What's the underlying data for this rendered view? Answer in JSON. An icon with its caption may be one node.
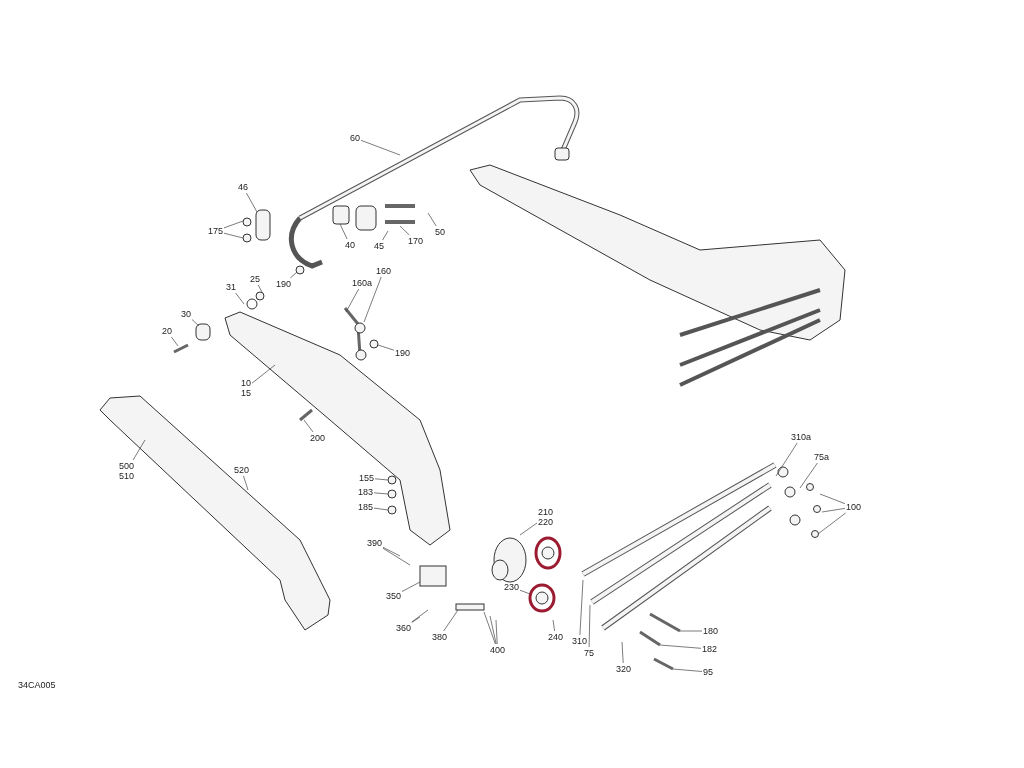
{
  "diagram": {
    "nodes": [
      {
        "text": [
          "60"
        ]
      },
      {
        "text": [
          "46"
        ]
      },
      {
        "text": [
          "175"
        ]
      },
      {
        "text": [
          "40"
        ]
      },
      {
        "text": [
          "45"
        ]
      },
      {
        "text": [
          "50"
        ]
      },
      {
        "text": [
          "170"
        ]
      },
      {
        "text": [
          "190"
        ]
      },
      {
        "text": [
          "31"
        ]
      },
      {
        "text": [
          "25"
        ]
      },
      {
        "text": [
          "160"
        ]
      },
      {
        "text": [
          "160a"
        ]
      },
      {
        "text": [
          "30"
        ]
      },
      {
        "text": [
          "20"
        ]
      },
      {
        "text": [
          "190"
        ]
      },
      {
        "text": [
          "10",
          "15"
        ]
      },
      {
        "text": [
          "200"
        ]
      },
      {
        "text": [
          "500",
          "510"
        ]
      },
      {
        "text": [
          "520"
        ]
      },
      {
        "text": [
          "155"
        ]
      },
      {
        "text": [
          "183"
        ]
      },
      {
        "text": [
          "185"
        ]
      },
      {
        "text": [
          "210",
          "220"
        ]
      },
      {
        "text": [
          "390"
        ]
      },
      {
        "text": [
          "350"
        ]
      },
      {
        "text": [
          "360"
        ]
      },
      {
        "text": [
          "380"
        ]
      },
      {
        "text": [
          "400"
        ]
      },
      {
        "text": [
          "230"
        ]
      },
      {
        "text": [
          "240"
        ]
      },
      {
        "text": [
          "310"
        ]
      },
      {
        "text": [
          "75"
        ]
      },
      {
        "text": [
          "320"
        ]
      },
      {
        "text": [
          "310a"
        ]
      },
      {
        "text": [
          "75a"
        ]
      },
      {
        "text": [
          "100"
        ]
      },
      {
        "text": [
          "180"
        ]
      },
      {
        "text": [
          "182"
        ]
      },
      {
        "text": [
          "95"
        ]
      }
    ],
    "edges": [
      {
        "from": 0,
        "to": null,
        "arrow": "none"
      },
      {
        "from": 1,
        "to": null,
        "arrow": "none"
      },
      {
        "from": 2,
        "to": null,
        "arrow": "none"
      },
      {
        "from": 2,
        "to": null,
        "arrow": "none"
      },
      {
        "from": 3,
        "to": null,
        "arrow": "none"
      },
      {
        "from": 4,
        "to": null,
        "arrow": "none"
      },
      {
        "from": 5,
        "to": null,
        "arrow": "none"
      },
      {
        "from": 6,
        "to": null,
        "arrow": "none"
      },
      {
        "from": 7,
        "to": null,
        "arrow": "none"
      },
      {
        "from": 8,
        "to": null,
        "arrow": "none"
      },
      {
        "from": 9,
        "to": null,
        "arrow": "none"
      },
      {
        "from": 10,
        "to": null,
        "arrow": "none"
      },
      {
        "from": 11,
        "to": null,
        "arrow": "none"
      },
      {
        "from": 12,
        "to": null,
        "arrow": "none"
      },
      {
        "from": 13,
        "to": null,
        "arrow": "none"
      },
      {
        "from": 14,
        "to": null,
        "arrow": "none"
      },
      {
        "from": 15,
        "to": null,
        "arrow": "none"
      },
      {
        "from": 16,
        "to": null,
        "arrow": "none"
      },
      {
        "from": 17,
        "to": null,
        "arrow": "none"
      },
      {
        "from": 18,
        "to": null,
        "arrow": "none"
      },
      {
        "from": 19,
        "to": null,
        "arrow": "none"
      },
      {
        "from": 20,
        "to": null,
        "arrow": "none"
      },
      {
        "from": 21,
        "to": null,
        "arrow": "none"
      },
      {
        "from": 22,
        "to": null,
        "arrow": "none"
      },
      {
        "from": 23,
        "to": null,
        "arrow": "none"
      },
      {
        "from": 23,
        "to": null,
        "arrow": "none"
      },
      {
        "from": 24,
        "to": null,
        "arrow": "none"
      },
      {
        "from": 25,
        "to": null,
        "arrow": "none"
      },
      {
        "from": 25,
        "to": null,
        "arrow": "none"
      },
      {
        "from": 26,
        "to": null,
        "arrow": "none"
      },
      {
        "from": 27,
        "to": null,
        "arrow": "none"
      },
      {
        "from": 27,
        "to": null,
        "arrow": "none"
      },
      {
        "from": 27,
        "to": null,
        "arrow": "none"
      },
      {
        "from": 28,
        "to": null,
        "arrow": "none"
      },
      {
        "from": 29,
        "to": null,
        "arrow": "none"
      },
      {
        "from": 30,
        "to": null,
        "arrow": "none"
      },
      {
        "from": 31,
        "to": null,
        "arrow": "none"
      },
      {
        "from": 32,
        "to": null,
        "arrow": "none"
      },
      {
        "from": 33,
        "to": null,
        "arrow": "none"
      },
      {
        "from": 34,
        "to": null,
        "arrow": "none"
      },
      {
        "from": 35,
        "to": null,
        "arrow": "none"
      },
      {
        "from": 35,
        "to": null,
        "arrow": "none"
      },
      {
        "from": 35,
        "to": null,
        "arrow": "none"
      },
      {
        "from": 36,
        "to": null,
        "arrow": "none"
      },
      {
        "from": 37,
        "to": null,
        "arrow": "none"
      },
      {
        "from": 38,
        "to": null,
        "arrow": "none"
      }
    ],
    "labels": [
      "34CA005"
    ]
  }
}
